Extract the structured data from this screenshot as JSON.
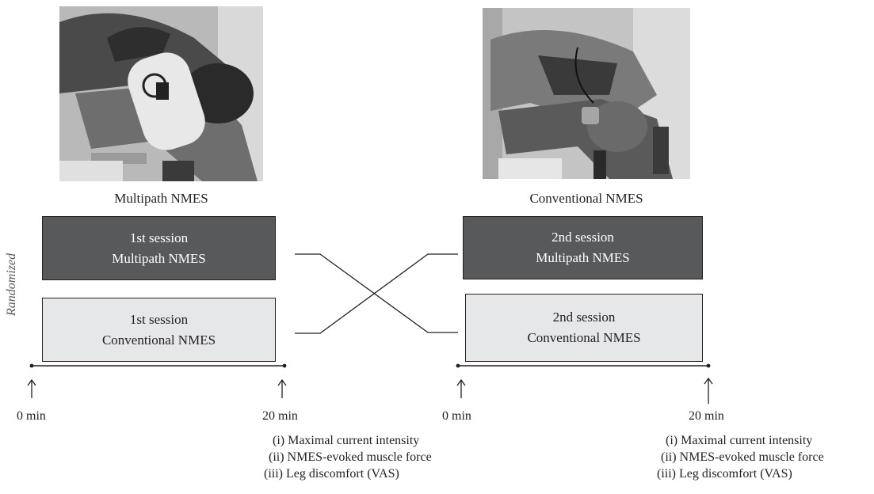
{
  "photos": {
    "left": {
      "caption": "Multipath NMES"
    },
    "right": {
      "caption": "Conventional NMES"
    }
  },
  "side_label": "Randomized",
  "sessions": {
    "left_top": {
      "line1": "1st session",
      "line2": "Multipath NMES"
    },
    "left_bottom": {
      "line1": "1st session",
      "line2": "Conventional NMES"
    },
    "right_top": {
      "line1": "2nd session",
      "line2": "Multipath NMES"
    },
    "right_bottom": {
      "line1": "2nd session",
      "line2": "Conventional NMES"
    }
  },
  "timeline": {
    "left": {
      "start_label": "0 min",
      "end_label": "20 min"
    },
    "right": {
      "start_label": "0 min",
      "end_label": "20 min"
    }
  },
  "measures": {
    "left": [
      "(i) Maximal current intensity",
      "(ii) NMES-evoked muscle force",
      "(iii) Leg discomfort (VAS)"
    ],
    "right": [
      "(i) Maximal current intensity",
      "(ii) NMES-evoked muscle force",
      "(iii) Leg discomfort (VAS)"
    ]
  },
  "colors": {
    "dark_box": "#58595b",
    "light_box": "#e6e7e8",
    "ink": "#231f20"
  }
}
